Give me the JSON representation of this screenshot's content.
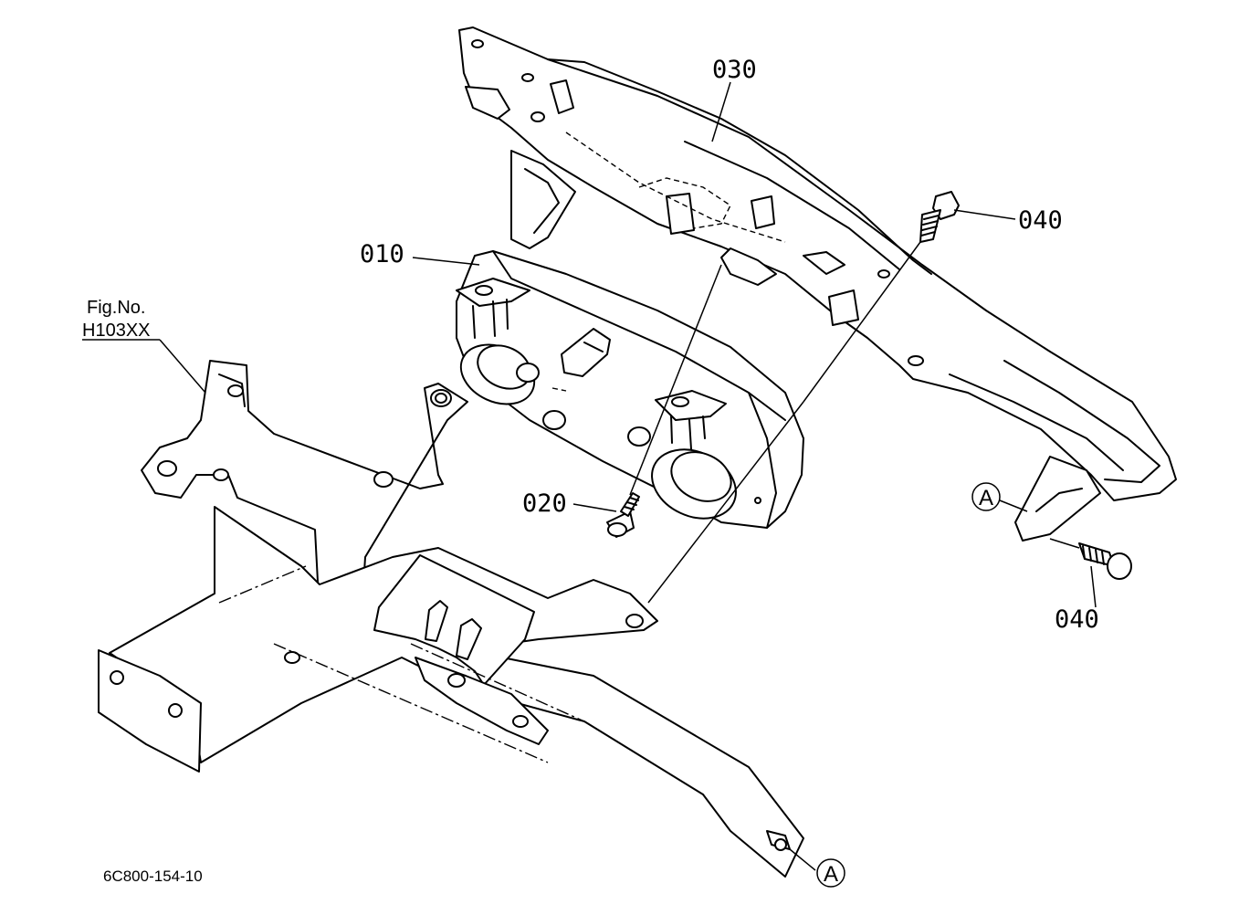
{
  "diagram": {
    "callouts": {
      "cover": "030",
      "bolt_upper": "040",
      "meter_panel": "010",
      "screw": "020",
      "bolt_lower": "040"
    },
    "reference": {
      "label": "Fig.No.",
      "figure": "H103XX"
    },
    "markers": {
      "upper": "A",
      "lower": "A"
    },
    "diagram_id": "6C800-154-10"
  }
}
